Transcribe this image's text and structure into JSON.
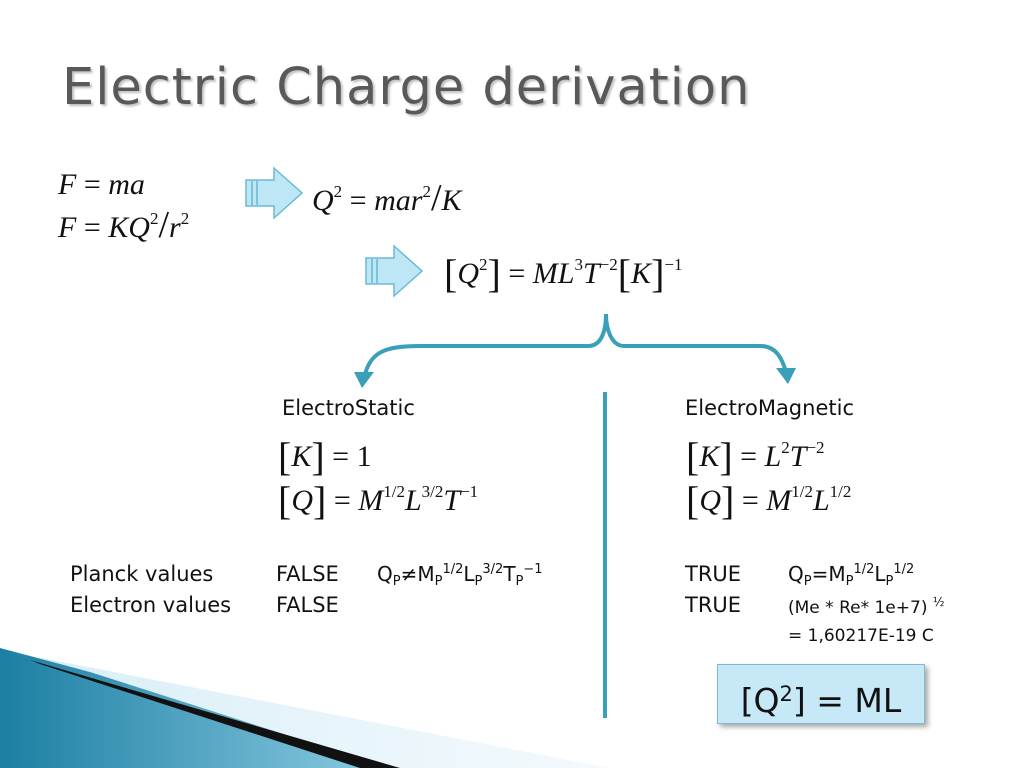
{
  "title": "Electric Charge derivation",
  "equations": {
    "f_ma": {
      "lhs": "F",
      "op": "=",
      "rhs": "ma"
    },
    "f_kq": {
      "lhs": "F",
      "op": "=",
      "k": "KQ",
      "exp": "2",
      "slash": "/",
      "r": "r",
      "rexp": "2"
    },
    "q2": {
      "lhs": "Q",
      "exp": "2",
      "op": "=",
      "rhs": "mar",
      "rexp": "2",
      "slash": "/",
      "k": "K"
    },
    "dim": {
      "q": "Q",
      "qexp": "2",
      "op": "=",
      "ml": "ML",
      "lexp": "3",
      "t": "T",
      "texp": "−2",
      "k": "K",
      "kexp": "−1"
    }
  },
  "electrostatic": {
    "label": "ElectroStatic",
    "k_eq": {
      "k": "K",
      "op": "=",
      "rhs": "1"
    },
    "q_eq": {
      "q": "Q",
      "op": "=",
      "m": "M",
      "mexp": "1/2",
      "l": "L",
      "lexp": "3/2",
      "t": "T",
      "texp": "−1"
    }
  },
  "electromagnetic": {
    "label": "ElectroMagnetic",
    "k_eq": {
      "k": "K",
      "op": "=",
      "l": "L",
      "lexp": "2",
      "t": "T",
      "texp": "−2"
    },
    "q_eq": {
      "q": "Q",
      "op": "=",
      "m": "M",
      "mexp": "1/2",
      "l": "L",
      "lexp": "1/2"
    }
  },
  "rows": {
    "planck_label": "Planck values",
    "electron_label": "Electron values",
    "planck_es": "FALSE",
    "electron_es": "FALSE",
    "planck_em": "TRUE",
    "electron_em": "TRUE",
    "planck_es_formula": {
      "q": "Q",
      "p": "P",
      "neq": "≠",
      "m": "M",
      "mexp": "1/2",
      "l": "L",
      "lexp": "3/2",
      "t": "T",
      "texp": "−1"
    },
    "planck_em_formula": {
      "q": "Q",
      "p": "P",
      "eq": "=",
      "m": "M",
      "mexp": "1/2",
      "l": "L",
      "lexp": "1/2"
    },
    "electron_em_formula": "(Me * Re* 1e+7)",
    "electron_em_exp": "½",
    "electron_em_result": "= 1,60217E-19 C"
  },
  "result_box": {
    "open": "[Q",
    "exp": "2",
    "close": "] = ML"
  },
  "colors": {
    "accent": "#3a9fb8",
    "arrow_fill": "#bfe6f5",
    "title": "#595959"
  }
}
